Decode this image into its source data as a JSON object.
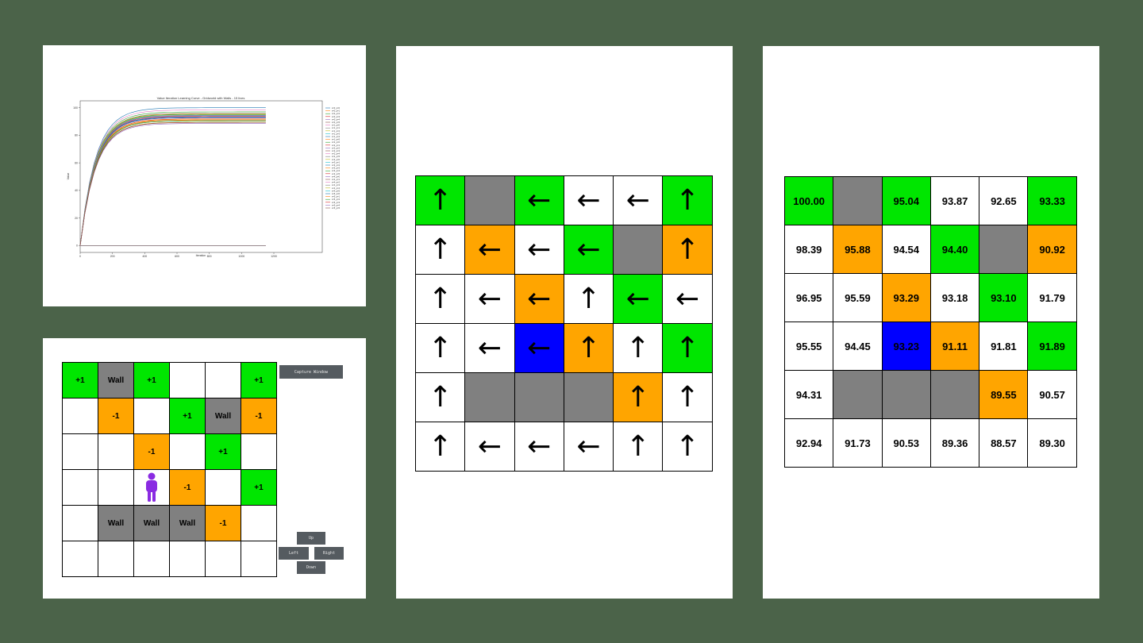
{
  "colors": {
    "background": "#4b6349",
    "green": "#00e600",
    "gray": "#808080",
    "orange": "#ffa500",
    "blue": "#0000ff",
    "agent": "#8a2be2",
    "button": "#555b60"
  },
  "chart_data": {
    "type": "line",
    "title": "Value Iteration Learning Curve - Gridworld with Walls - 15 lives",
    "xlabel": "Iteration",
    "ylabel": "Value",
    "xlim": [
      0,
      1500
    ],
    "ylim": [
      -5,
      105
    ],
    "x_ticks": [
      "0",
      "200",
      "400",
      "600",
      "800",
      "1000",
      "1200"
    ],
    "y_ticks": [
      "0",
      "20",
      "40",
      "60",
      "80",
      "100"
    ],
    "legend_position": "right",
    "series": [
      {
        "name": "s=0_p=0",
        "final": 100.0
      },
      {
        "name": "s=0_p=1",
        "final": 0.0
      },
      {
        "name": "s=0_p=2",
        "final": 95.04
      },
      {
        "name": "s=0_p=3",
        "final": 93.87
      },
      {
        "name": "s=0_p=4",
        "final": 92.65
      },
      {
        "name": "s=0_p=5",
        "final": 93.33
      },
      {
        "name": "s=1_p=0",
        "final": 98.39
      },
      {
        "name": "s=1_p=1",
        "final": 95.88
      },
      {
        "name": "s=1_p=2",
        "final": 94.54
      },
      {
        "name": "s=1_p=3",
        "final": 94.4
      },
      {
        "name": "s=1_p=4",
        "final": 0.0
      },
      {
        "name": "s=1_p=5",
        "final": 90.92
      },
      {
        "name": "s=2_p=0",
        "final": 96.95
      },
      {
        "name": "s=2_p=1",
        "final": 95.59
      },
      {
        "name": "s=2_p=2",
        "final": 93.29
      },
      {
        "name": "s=2_p=3",
        "final": 93.18
      },
      {
        "name": "s=2_p=4",
        "final": 93.1
      },
      {
        "name": "s=2_p=5",
        "final": 91.79
      },
      {
        "name": "s=3_p=0",
        "final": 95.55
      },
      {
        "name": "s=3_p=1",
        "final": 94.45
      },
      {
        "name": "s=3_p=2",
        "final": 93.23
      },
      {
        "name": "s=3_p=3",
        "final": 91.11
      },
      {
        "name": "s=3_p=4",
        "final": 91.81
      },
      {
        "name": "s=3_p=5",
        "final": 91.89
      },
      {
        "name": "s=4_p=0",
        "final": 94.31
      },
      {
        "name": "s=4_p=1",
        "final": 0.0
      },
      {
        "name": "s=4_p=2",
        "final": 0.0
      },
      {
        "name": "s=4_p=3",
        "final": 0.0
      },
      {
        "name": "s=4_p=4",
        "final": 89.55
      },
      {
        "name": "s=4_p=5",
        "final": 90.57
      },
      {
        "name": "s=5_p=0",
        "final": 92.94
      },
      {
        "name": "s=5_p=1",
        "final": 91.73
      },
      {
        "name": "s=5_p=2",
        "final": 90.53
      },
      {
        "name": "s=5_p=3",
        "final": 89.36
      },
      {
        "name": "s=5_p=4",
        "final": 88.57
      },
      {
        "name": "s=5_p=5",
        "final": 89.3
      }
    ]
  },
  "game": {
    "capture_label": "Capture Window",
    "up_label": "Up",
    "left_label": "Left",
    "right_label": "Right",
    "down_label": "Down",
    "agent_position": [
      3,
      2
    ],
    "cells": [
      [
        {
          "label": "+1",
          "color": "green"
        },
        {
          "label": "Wall",
          "color": "gray"
        },
        {
          "label": "+1",
          "color": "green"
        },
        {
          "label": "",
          "color": "white"
        },
        {
          "label": "",
          "color": "white"
        },
        {
          "label": "+1",
          "color": "green"
        }
      ],
      [
        {
          "label": "",
          "color": "white"
        },
        {
          "label": "-1",
          "color": "orange"
        },
        {
          "label": "",
          "color": "white"
        },
        {
          "label": "+1",
          "color": "green"
        },
        {
          "label": "Wall",
          "color": "gray"
        },
        {
          "label": "-1",
          "color": "orange"
        }
      ],
      [
        {
          "label": "",
          "color": "white"
        },
        {
          "label": "",
          "color": "white"
        },
        {
          "label": "-1",
          "color": "orange"
        },
        {
          "label": "",
          "color": "white"
        },
        {
          "label": "+1",
          "color": "green"
        },
        {
          "label": "",
          "color": "white"
        }
      ],
      [
        {
          "label": "",
          "color": "white"
        },
        {
          "label": "",
          "color": "white"
        },
        {
          "label": "",
          "color": "white"
        },
        {
          "label": "-1",
          "color": "orange"
        },
        {
          "label": "",
          "color": "white"
        },
        {
          "label": "+1",
          "color": "green"
        }
      ],
      [
        {
          "label": "",
          "color": "white"
        },
        {
          "label": "Wall",
          "color": "gray"
        },
        {
          "label": "Wall",
          "color": "gray"
        },
        {
          "label": "Wall",
          "color": "gray"
        },
        {
          "label": "-1",
          "color": "orange"
        },
        {
          "label": "",
          "color": "white"
        }
      ],
      [
        {
          "label": "",
          "color": "white"
        },
        {
          "label": "",
          "color": "white"
        },
        {
          "label": "",
          "color": "white"
        },
        {
          "label": "",
          "color": "white"
        },
        {
          "label": "",
          "color": "white"
        },
        {
          "label": "",
          "color": "white"
        }
      ]
    ]
  },
  "policy": {
    "cells": [
      [
        {
          "arrow": "↑",
          "color": "green"
        },
        {
          "arrow": "",
          "color": "gray"
        },
        {
          "arrow": "←",
          "color": "green"
        },
        {
          "arrow": "←",
          "color": "white"
        },
        {
          "arrow": "←",
          "color": "white"
        },
        {
          "arrow": "↑",
          "color": "green"
        }
      ],
      [
        {
          "arrow": "↑",
          "color": "white"
        },
        {
          "arrow": "←",
          "color": "orange"
        },
        {
          "arrow": "←",
          "color": "white"
        },
        {
          "arrow": "←",
          "color": "green"
        },
        {
          "arrow": "",
          "color": "gray"
        },
        {
          "arrow": "↑",
          "color": "orange"
        }
      ],
      [
        {
          "arrow": "↑",
          "color": "white"
        },
        {
          "arrow": "←",
          "color": "white"
        },
        {
          "arrow": "←",
          "color": "orange"
        },
        {
          "arrow": "↑",
          "color": "white"
        },
        {
          "arrow": "←",
          "color": "green"
        },
        {
          "arrow": "←",
          "color": "white"
        }
      ],
      [
        {
          "arrow": "↑",
          "color": "white"
        },
        {
          "arrow": "←",
          "color": "white"
        },
        {
          "arrow": "←",
          "color": "blue"
        },
        {
          "arrow": "↑",
          "color": "orange"
        },
        {
          "arrow": "↑",
          "color": "white"
        },
        {
          "arrow": "↑",
          "color": "green"
        }
      ],
      [
        {
          "arrow": "↑",
          "color": "white"
        },
        {
          "arrow": "",
          "color": "gray"
        },
        {
          "arrow": "",
          "color": "gray"
        },
        {
          "arrow": "",
          "color": "gray"
        },
        {
          "arrow": "↑",
          "color": "orange"
        },
        {
          "arrow": "↑",
          "color": "white"
        }
      ],
      [
        {
          "arrow": "↑",
          "color": "white"
        },
        {
          "arrow": "←",
          "color": "white"
        },
        {
          "arrow": "←",
          "color": "white"
        },
        {
          "arrow": "←",
          "color": "white"
        },
        {
          "arrow": "↑",
          "color": "white"
        },
        {
          "arrow": "↑",
          "color": "white"
        }
      ]
    ]
  },
  "values": {
    "cells": [
      [
        {
          "value": "100.00",
          "color": "green"
        },
        {
          "value": "",
          "color": "gray"
        },
        {
          "value": "95.04",
          "color": "green"
        },
        {
          "value": "93.87",
          "color": "white"
        },
        {
          "value": "92.65",
          "color": "white"
        },
        {
          "value": "93.33",
          "color": "green"
        }
      ],
      [
        {
          "value": "98.39",
          "color": "white"
        },
        {
          "value": "95.88",
          "color": "orange"
        },
        {
          "value": "94.54",
          "color": "white"
        },
        {
          "value": "94.40",
          "color": "green"
        },
        {
          "value": "",
          "color": "gray"
        },
        {
          "value": "90.92",
          "color": "orange"
        }
      ],
      [
        {
          "value": "96.95",
          "color": "white"
        },
        {
          "value": "95.59",
          "color": "white"
        },
        {
          "value": "93.29",
          "color": "orange"
        },
        {
          "value": "93.18",
          "color": "white"
        },
        {
          "value": "93.10",
          "color": "green"
        },
        {
          "value": "91.79",
          "color": "white"
        }
      ],
      [
        {
          "value": "95.55",
          "color": "white"
        },
        {
          "value": "94.45",
          "color": "white"
        },
        {
          "value": "93.23",
          "color": "blue"
        },
        {
          "value": "91.11",
          "color": "orange"
        },
        {
          "value": "91.81",
          "color": "white"
        },
        {
          "value": "91.89",
          "color": "green"
        }
      ],
      [
        {
          "value": "94.31",
          "color": "white"
        },
        {
          "value": "",
          "color": "gray"
        },
        {
          "value": "",
          "color": "gray"
        },
        {
          "value": "",
          "color": "gray"
        },
        {
          "value": "89.55",
          "color": "orange"
        },
        {
          "value": "90.57",
          "color": "white"
        }
      ],
      [
        {
          "value": "92.94",
          "color": "white"
        },
        {
          "value": "91.73",
          "color": "white"
        },
        {
          "value": "90.53",
          "color": "white"
        },
        {
          "value": "89.36",
          "color": "white"
        },
        {
          "value": "88.57",
          "color": "white"
        },
        {
          "value": "89.30",
          "color": "white"
        }
      ]
    ]
  }
}
